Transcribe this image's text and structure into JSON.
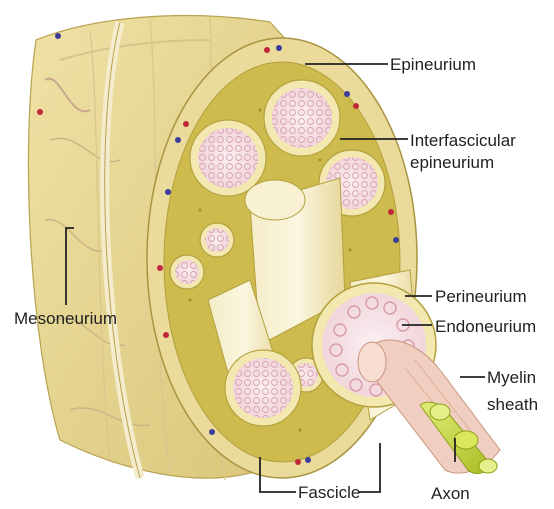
{
  "labels": {
    "epineurium": "Epineurium",
    "interfascicular_1": "Interfascicular",
    "interfascicular_2": "epineurium",
    "mesoneurium": "Mesoneurium",
    "perineurium": "Perineurium",
    "endoneurium": "Endoneurium",
    "myelin_1": "Myelin",
    "myelin_2": "sheath",
    "fascicle": "Fascicle",
    "axon": "Axon"
  },
  "colors": {
    "tissue": "#e9dc9a",
    "tissue_dark": "#c9b45a",
    "interfascicular": "#cdbb4e",
    "fascicle_core": "#f6e6ea",
    "fascicle_ring": "#f3e9b0",
    "myelin": "#f0cfc0",
    "axon": "#c9dc3c",
    "vessel_red": "#c0283a",
    "vessel_blue": "#3a3d9c",
    "line": "#222222"
  }
}
